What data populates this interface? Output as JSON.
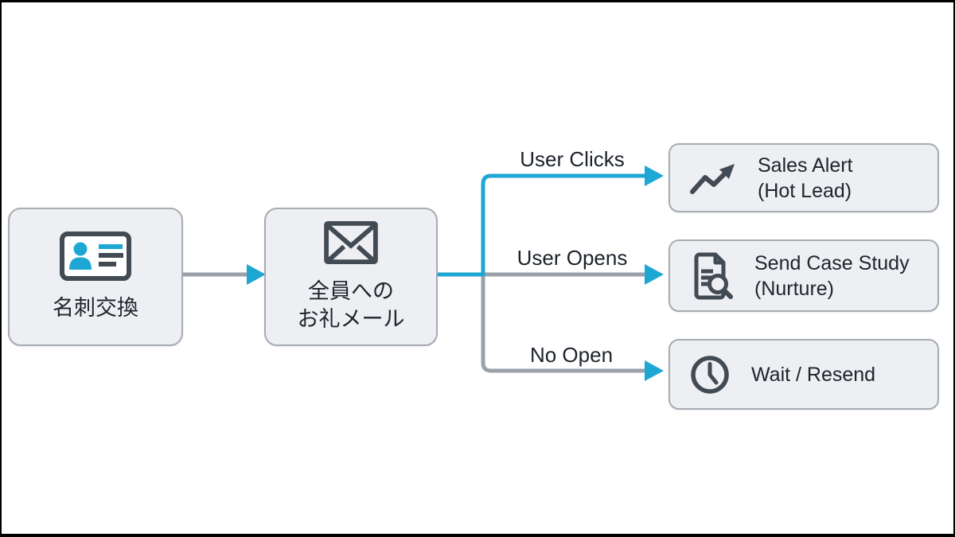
{
  "colors": {
    "accent": "#1fa7d4",
    "gray_line": "#9aa1a8",
    "icon_dark": "#424a53",
    "node_fill": "#edeff2",
    "node_border": "#a6acb4",
    "text": "#20242c",
    "frame": "#000000",
    "background": "#ffffff"
  },
  "nodes": {
    "start": {
      "label": "名刺交換",
      "icon": "business-card-icon"
    },
    "email": {
      "label_line1": "全員への",
      "label_line2": "お礼メール",
      "icon": "mail-icon"
    },
    "sales_alert": {
      "line1": "Sales Alert",
      "line2": "(Hot Lead)",
      "icon": "trending-up-icon"
    },
    "case_study": {
      "line1": "Send Case Study",
      "line2": "(Nurture)",
      "icon": "document-search-icon"
    },
    "wait_resend": {
      "line1": "Wait / Resend",
      "icon": "clock-icon"
    }
  },
  "branches": {
    "clicks": {
      "label": "User Clicks"
    },
    "opens": {
      "label": "User Opens"
    },
    "no_open": {
      "label": "No Open"
    }
  }
}
